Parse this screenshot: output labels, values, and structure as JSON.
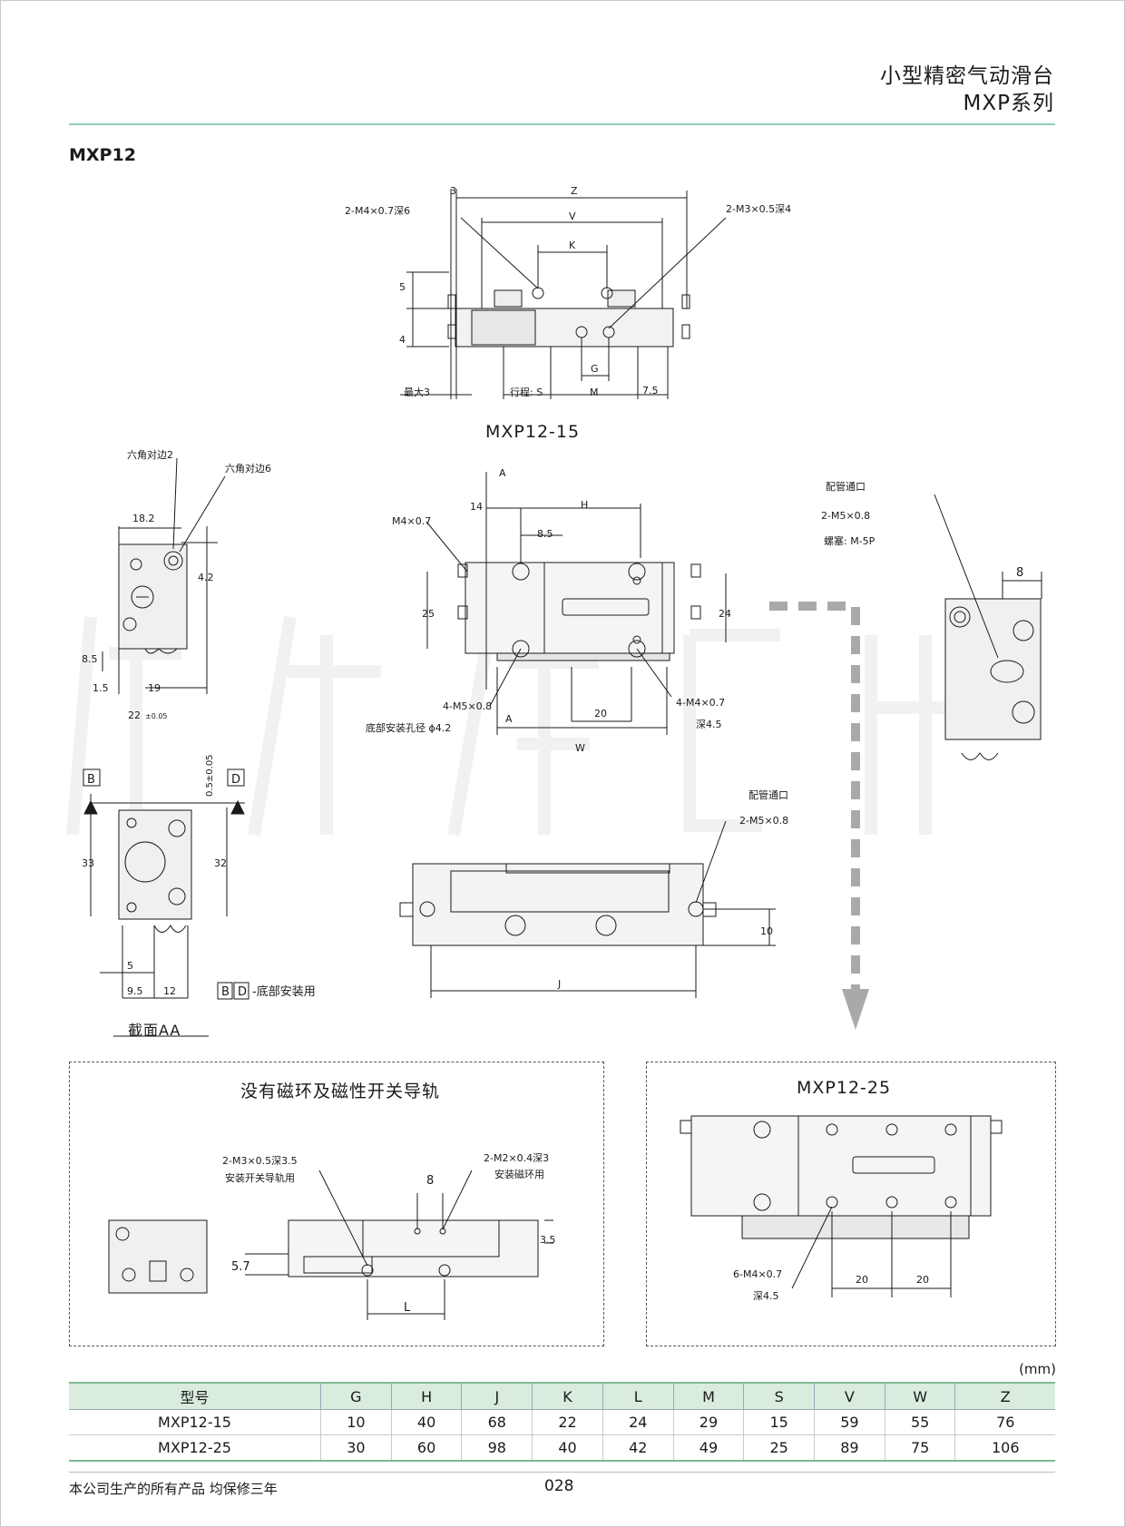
{
  "header": {
    "title": "小型精密气动滑台",
    "series": "MXP系列"
  },
  "model": "MXP12",
  "captions": {
    "top_view": "MXP12-15",
    "section": "截面AA",
    "no_magnet": "没有磁环及磁性开关导轨",
    "mxp25": "MXP12-25",
    "bottom_mount": "-底部安装用"
  },
  "labels": {
    "z": "Z",
    "v": "V",
    "k": "K",
    "g": "G",
    "m": "M",
    "stroke": "行程: S",
    "max3_a": "最大3",
    "d75": "7.5",
    "d3": "3",
    "d5": "5",
    "d4": "4",
    "m4_07_6": "2-M4×0.7深6",
    "m3_05_4": "2-M3×0.5深4",
    "hex2": "六角对边2",
    "hex6": "六角对边6",
    "d182": "18.2",
    "d42": "4.2",
    "d85": "8.5",
    "d15": "1.5",
    "d19": "19",
    "d22": "22",
    "tol005": "±0.05",
    "a": "A",
    "h": "H",
    "d14": "14",
    "m4_07": "M4×0.7",
    "d85b": "8.5",
    "d25": "25",
    "d24": "24",
    "m5_08_4": "4-M5×0.8",
    "bottom_hole": "底部安装孔径 ϕ4.2",
    "d20": "20",
    "m4_07_4": "4-M4×0.7",
    "deep45": "深4.5",
    "w": "W",
    "port": "配管通口",
    "m5_08_2": "2-M5×0.8",
    "plug": "螺塞: M-5P",
    "d8": "8",
    "b": "B",
    "d": "D",
    "tol05": "0.5±0.05",
    "d33": "33",
    "d32": "32",
    "d5b": "5",
    "d95": "9.5",
    "d12": "12",
    "port2": "配管通口",
    "m5_08_2b": "2-M5×0.8",
    "d10": "10",
    "j": "J",
    "m3_05_35": "2-M3×0.5深3.5",
    "switch_rail": "安装开关导轨用",
    "m2_04_3": "2-M2×0.4深3",
    "magnet": "安装磁环用",
    "d8b": "8",
    "d57": "5.7",
    "d35": "3.5",
    "l": "L",
    "m4_07_6b": "6-M4×0.7",
    "deep45b": "深4.5",
    "d20a": "20",
    "d20b": "20"
  },
  "units": "(mm)",
  "table": {
    "headers": [
      "型号",
      "G",
      "H",
      "J",
      "K",
      "L",
      "M",
      "S",
      "V",
      "W",
      "Z"
    ],
    "rows": [
      [
        "MXP12-15",
        "10",
        "40",
        "68",
        "22",
        "24",
        "29",
        "15",
        "59",
        "55",
        "76"
      ],
      [
        "MXP12-25",
        "30",
        "60",
        "98",
        "40",
        "42",
        "49",
        "25",
        "89",
        "75",
        "106"
      ]
    ]
  },
  "footer": {
    "note": "本公司生产的所有产品  均保修三年",
    "page": "028"
  },
  "colors": {
    "rule": "#8ccfbf",
    "table_head": "#d9ecdd",
    "arrow": "#a9a9a9"
  }
}
